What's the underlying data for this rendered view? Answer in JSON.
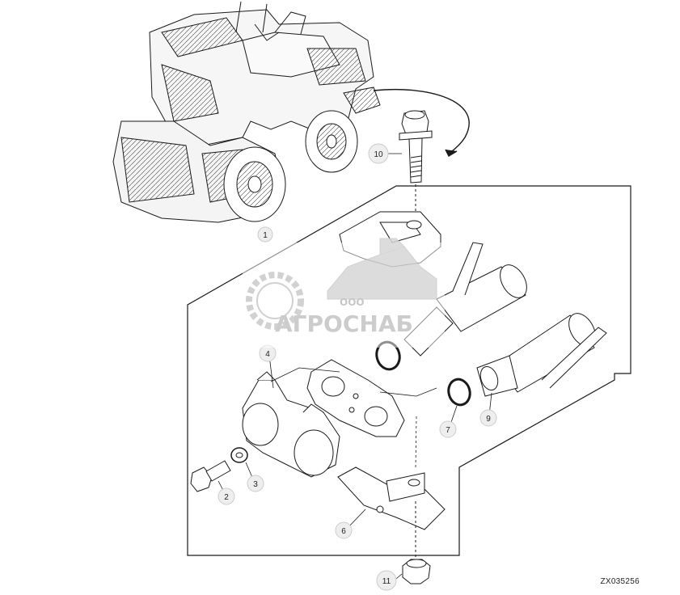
{
  "callouts": [
    {
      "id": "c1",
      "label": "1"
    },
    {
      "id": "c2",
      "label": "2"
    },
    {
      "id": "c3",
      "label": "3"
    },
    {
      "id": "c4",
      "label": "4"
    },
    {
      "id": "c6",
      "label": "6"
    },
    {
      "id": "c7",
      "label": "7"
    },
    {
      "id": "c9",
      "label": "9"
    },
    {
      "id": "c10",
      "label": "10"
    },
    {
      "id": "c11",
      "label": "11"
    }
  ],
  "watermark": {
    "small": "ООО",
    "big": "АГРОСНАБ"
  },
  "figure_id": "ZX035256",
  "colors": {
    "line": "#1a1a1a",
    "callout_fill": "#eeeeee",
    "watermark": "#c9c9c9"
  }
}
